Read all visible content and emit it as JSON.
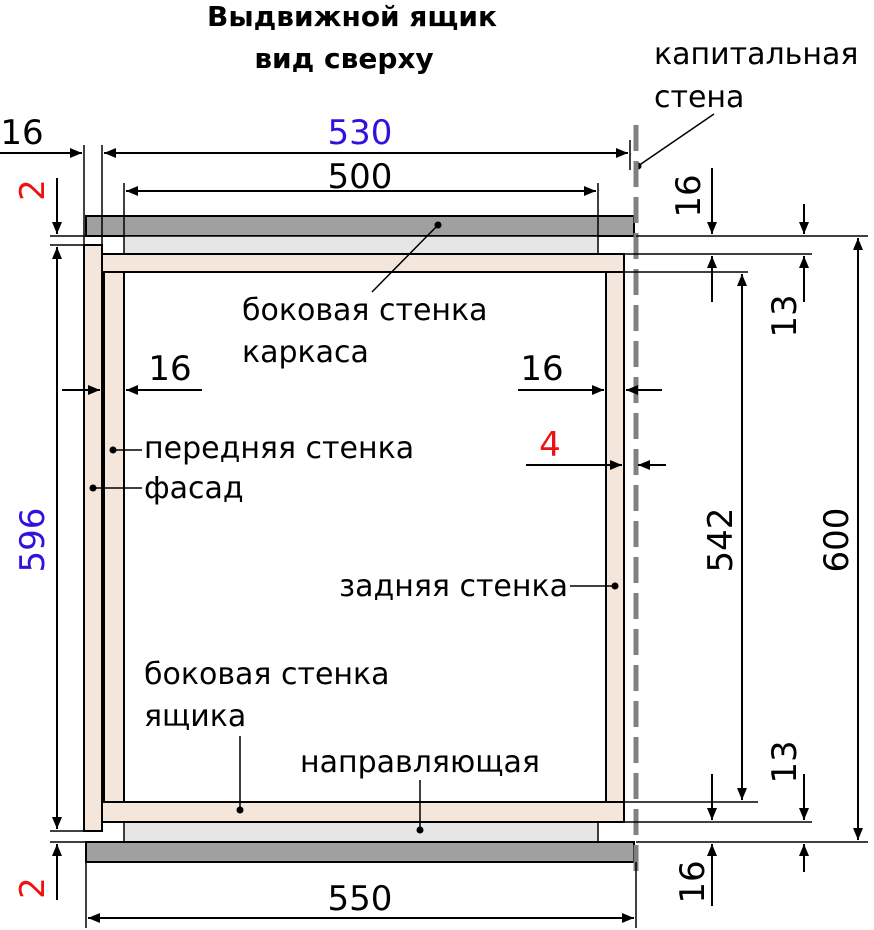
{
  "title": {
    "line1": "Выдвижной ящик",
    "line2": "вид сверху"
  },
  "labels": {
    "wall_line1": "капитальная",
    "wall_line2": "стена",
    "frame_side_line1": "боковая стенка",
    "frame_side_line2": "каркаса",
    "front_wall": "передняя стенка",
    "facade": "фасад",
    "back_wall": "задняя стенка",
    "drawer_side_line1": "боковая стенка",
    "drawer_side_line2": "ящика",
    "rail": "направляющая"
  },
  "dimensions": {
    "d530": "530",
    "d500": "500",
    "d16_top_left": "16",
    "d2_top": "2",
    "d596": "596",
    "d16_inner_left": "16",
    "d16_inner_right": "16",
    "d4": "4",
    "d16_right_top": "16",
    "d13_top": "13",
    "d542": "542",
    "d600": "600",
    "d13_bottom": "13",
    "d16_right_bottom": "16",
    "d2_bottom": "2",
    "d550": "550"
  },
  "colors": {
    "wood": "#f5e6dc",
    "rail_light": "#e6e6e6",
    "rail_dark": "#a0a0a0",
    "wall_dash": "#808080",
    "accent_blue": "#3311dd",
    "accent_red": "#ee1111"
  }
}
